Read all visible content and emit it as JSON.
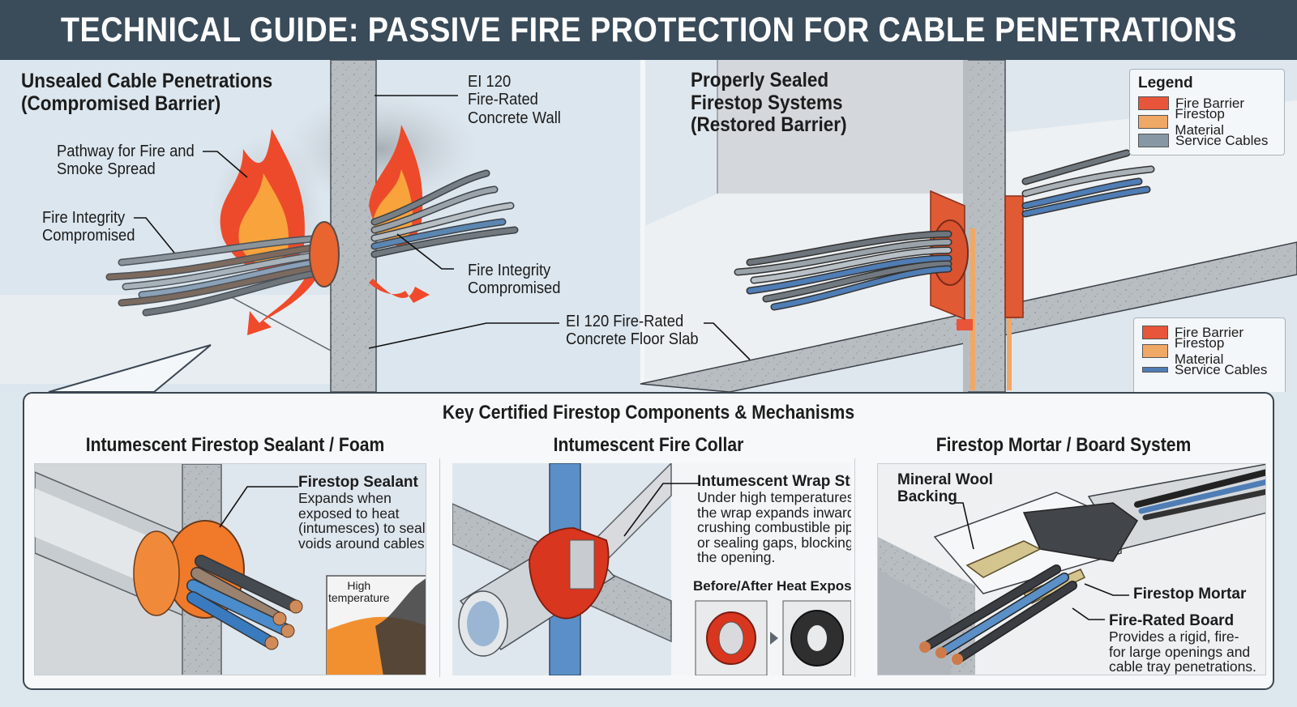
{
  "header": {
    "title": "TECHNICAL GUIDE: PASSIVE FIRE PROTECTION FOR CABLE PENETRATIONS"
  },
  "left_scene": {
    "heading_line1": "Unsealed Cable Penetrations",
    "heading_line2": "(Compromised Barrier)",
    "callouts": {
      "pathway_line1": "Pathway for Fire and",
      "pathway_line2": "Smoke Spread",
      "integrity_left_line1": "Fire Integrity",
      "integrity_left_line2": "Compromised",
      "integrity_right_line1": "Fire Integrity",
      "integrity_right_line2": "Compromised",
      "wall_line1": "EI 120",
      "wall_line2": "Fire-Rated",
      "wall_line3": "Concrete Wall",
      "slab_line1": "EI 120 Fire-Rated",
      "slab_line2": "Concrete Floor Slab"
    }
  },
  "right_scene": {
    "heading_line1": "Properly Sealed",
    "heading_line2": "Firestop Systems",
    "heading_line3": "(Restored Barrier)"
  },
  "legend_top": {
    "title": "Legend",
    "items": [
      {
        "label": "Fire Barrier",
        "color": "#e8553a"
      },
      {
        "label": "Firestop Material",
        "color": "#f0a866"
      },
      {
        "label": "Service Cables",
        "color": "#8797a4"
      }
    ]
  },
  "legend_bottom": {
    "items": [
      {
        "label": "Fire Barrier",
        "color": "#e8553a"
      },
      {
        "label": "Firestop Material",
        "color": "#f0a866"
      },
      {
        "label": "Service Cables",
        "color": "#4f7db5"
      }
    ]
  },
  "components": {
    "title": "Key Certified Firestop Components & Mechanisms",
    "sealant": {
      "title": "Intumescent Firestop Sealant / Foam",
      "callout_title": "Firestop Sealant",
      "callout_body_lines": [
        "Expands when",
        "exposed to heat",
        "(intumesces) to seal",
        "voids around cables."
      ],
      "inset_label_line1": "High",
      "inset_label_line2": "temperature"
    },
    "collar": {
      "title": "Intumescent Fire Collar",
      "callout_title": "Intumescent Wrap Strip",
      "callout_body_lines": [
        "Under high temperatures,",
        "the wrap expands inward,",
        "crushing combustible pipes",
        "or sealing gaps, blocking",
        "the opening."
      ],
      "before_after_label": "Before/After Heat Exposure"
    },
    "mortar": {
      "title": "Firestop Mortar / Board System",
      "wool_line1": "Mineral Wool",
      "wool_line2": "Backing",
      "mortar_label": "Firestop Mortar",
      "board_title": "Fire-Rated Board",
      "board_body_lines": [
        "Provides a rigid, fire-",
        "for large openings and",
        "cable tray penetrations."
      ]
    }
  },
  "colors": {
    "header_bg": "#3a4b5a",
    "fire_red": "#e8432c",
    "fire_orange": "#f7a03a",
    "collar_red": "#d9361f",
    "cable_blue": "#4f7db5",
    "cable_gray": "#8a949c",
    "copper": "#c9845a",
    "concrete": "#b9bec3"
  }
}
